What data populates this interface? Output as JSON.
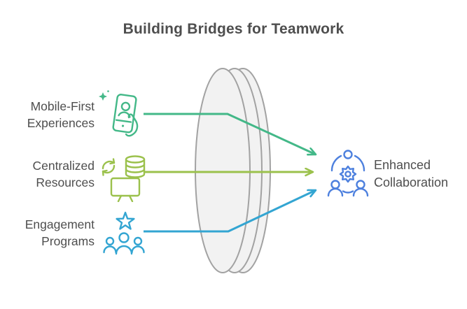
{
  "title": "Building Bridges for Teamwork",
  "colors": {
    "green": "#43b888",
    "lime": "#9bc14c",
    "blue": "#33a5d2",
    "collab_blue": "#4d80de",
    "lens_fill": "#f2f2f2",
    "lens_stroke": "#a2a2a2",
    "title_text": "#4e4e4e",
    "label_text": "#4e4e4e"
  },
  "inputs": [
    {
      "line1": "Mobile-First",
      "line2": "Experiences",
      "icon": "mobile-user-icon",
      "color": "green"
    },
    {
      "line1": "Centralized",
      "line2": "Resources",
      "icon": "sync-database-monitor-icon",
      "color": "lime"
    },
    {
      "line1": "Engagement",
      "line2": "Programs",
      "icon": "star-people-icon",
      "color": "blue"
    }
  ],
  "output": {
    "line1": "Enhanced",
    "line2": "Collaboration",
    "icon": "people-gear-icon",
    "color": "collab_blue"
  }
}
